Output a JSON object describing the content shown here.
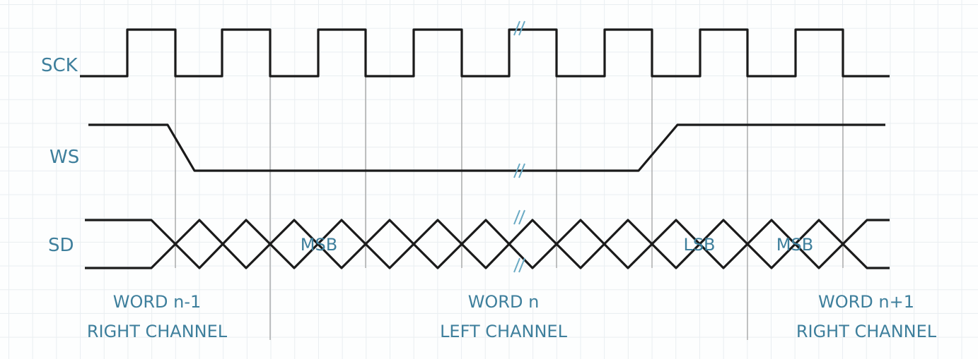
{
  "signals": {
    "sck": "SCK",
    "ws": "WS",
    "sd": "SD"
  },
  "data_bits": {
    "msb_1": "MSB",
    "lsb": "LSB",
    "msb_2": "MSB"
  },
  "words": [
    {
      "word": "WORD n-1",
      "channel": "RIGHT CHANNEL"
    },
    {
      "word": "WORD n",
      "channel": "LEFT CHANNEL"
    },
    {
      "word": "WORD n+1",
      "channel": "RIGHT CHANNEL"
    }
  ],
  "colors": {
    "label": "#3e7f9c",
    "signal": "#1a1a1a",
    "guide": "#9a9a9a"
  }
}
